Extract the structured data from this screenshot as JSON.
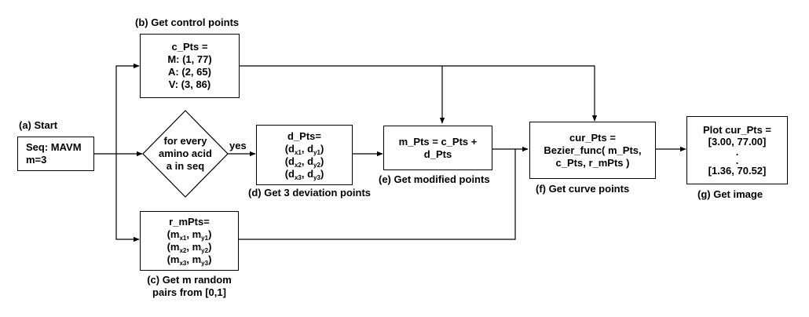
{
  "start": {
    "caption": "(a) Start",
    "lines": [
      "Seq: MAVM",
      "m=3"
    ]
  },
  "control_points": {
    "caption": "(b) Get control points",
    "title": "c_Pts =",
    "lines": [
      "M: (1, 77)",
      "A: (2, 65)",
      "V: (3, 86)"
    ]
  },
  "decision": {
    "lines": [
      "for every",
      "amino acid",
      "a in seq"
    ],
    "yes_label": "yes"
  },
  "deviation_points": {
    "caption": "(d) Get 3 deviation points",
    "title": "d_Pts=",
    "rows": [
      {
        "open": "(d",
        "s1": "x1",
        "mid": ", d",
        "s2": "y1",
        "close": ")"
      },
      {
        "open": "(d",
        "s1": "x2",
        "mid": ", d",
        "s2": "y2",
        "close": ")"
      },
      {
        "open": "(d",
        "s1": "x3",
        "mid": ", d",
        "s2": "y3",
        "close": ")"
      }
    ]
  },
  "random_pairs": {
    "caption_lines": [
      "(c) Get m random",
      "pairs from [0,1]"
    ],
    "title": "r_mPts=",
    "rows": [
      {
        "open": "(m",
        "s1": "x1",
        "mid": ", m",
        "s2": "y1",
        "close": ")"
      },
      {
        "open": "(m",
        "s1": "x2",
        "mid": ", m",
        "s2": "y2",
        "close": ")"
      },
      {
        "open": "(m",
        "s1": "x3",
        "mid": ", m",
        "s2": "y3",
        "close": ")"
      }
    ]
  },
  "modified_points": {
    "caption": "(e) Get modified points",
    "lines": [
      "m_Pts = c_Pts +",
      "d_Pts"
    ]
  },
  "curve_points": {
    "caption": "(f) Get curve points",
    "lines": [
      "cur_Pts =",
      "Bezier_func( m_Pts,",
      "c_Pts, r_mPts )"
    ]
  },
  "image": {
    "caption": "(g) Get image",
    "lines": [
      "Plot cur_Pts =",
      "[3.00, 77.00]",
      ".",
      ".",
      "[1.36, 70.52]"
    ]
  }
}
